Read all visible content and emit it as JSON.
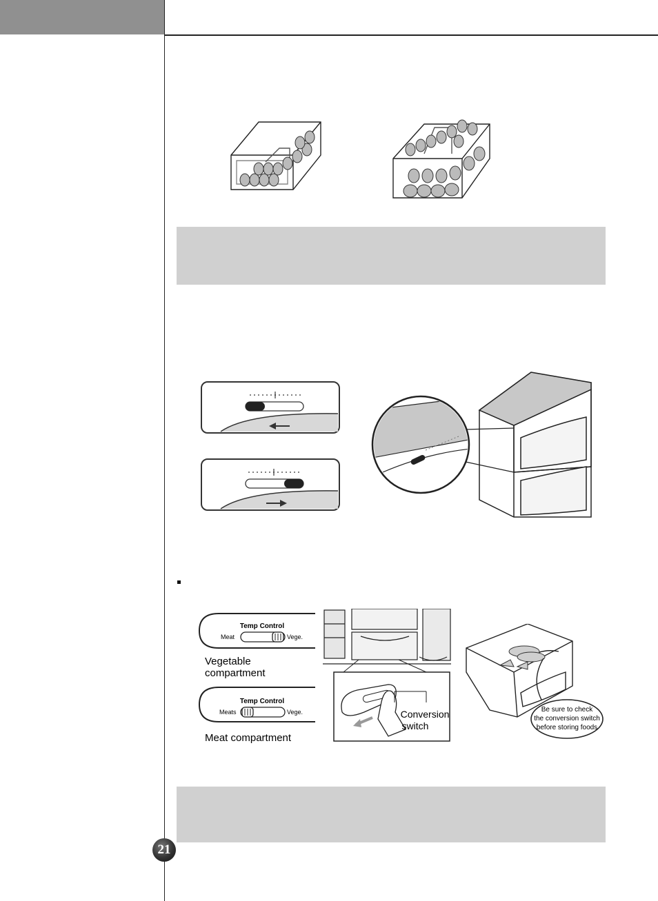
{
  "page": {
    "number": "21"
  },
  "illustrations": {
    "conversion_panel": {
      "temp_control_label": "Temp Control",
      "top": {
        "left_label": "Meat",
        "right_label": "Vege.",
        "caption": [
          "Vegetable",
          "compartment"
        ]
      },
      "bottom": {
        "left_label": "Meats",
        "right_label": "Vege.",
        "caption": "Meat compartment"
      }
    },
    "callout_switch": [
      "Conversion",
      "switch"
    ],
    "callout_note": [
      "Be sure to check",
      "the conversion switch",
      "before storing foods"
    ]
  }
}
